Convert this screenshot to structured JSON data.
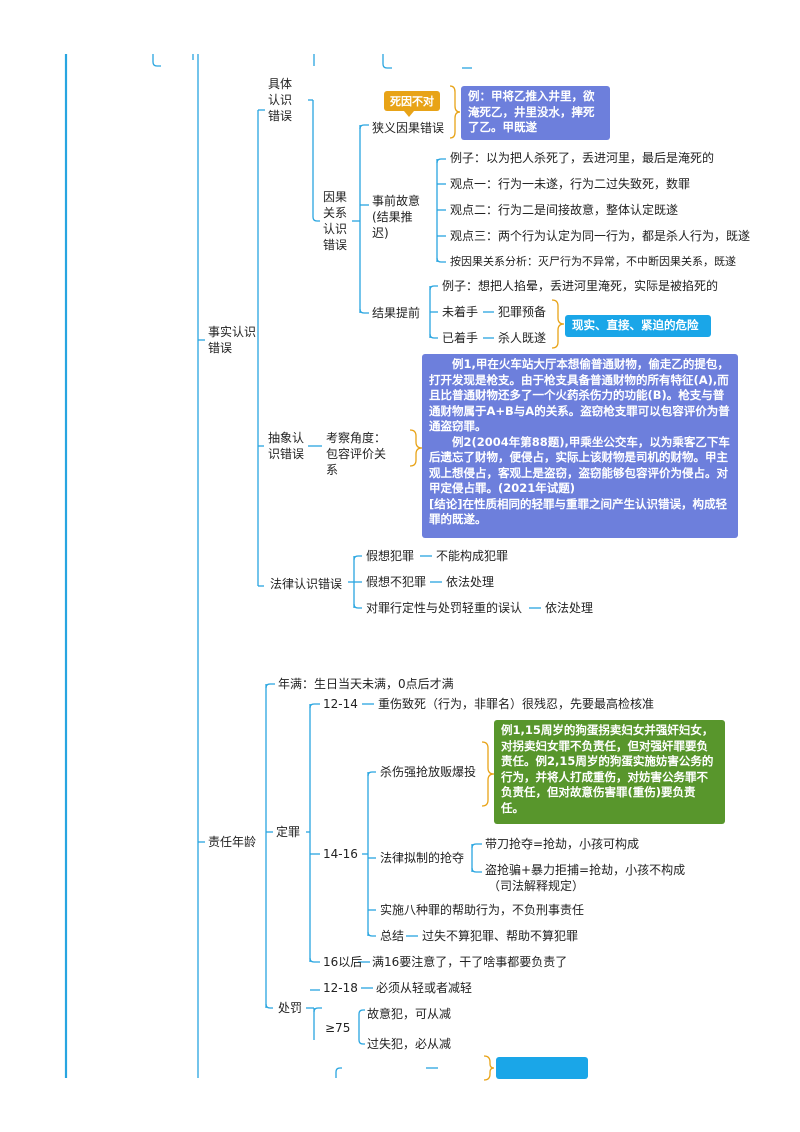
{
  "colors": {
    "line": "#28a5e0",
    "bracket": "#e8a317",
    "box_blue": "#6d7fdc",
    "box_green": "#58962c",
    "box_cyan": "#1aa6e8"
  },
  "section1": {
    "label": "事实认识错误",
    "concrete": {
      "label": "具体认识错误"
    },
    "causal": {
      "label": "因果关系认识错误",
      "narrow": {
        "label": "狭义因果错误",
        "tag": "死因不对",
        "note": "例：甲将乙推入井里，欲淹死乙，井里没水，摔死了乙。甲既遂"
      },
      "prior": {
        "label": "事前故意(结果推迟)",
        "items": [
          "例子：以为把人杀死了，丢进河里，最后是淹死的",
          "观点一：行为一未遂，行为二过失致死，数罪",
          "观点二：行为二是间接故意，整体认定既遂",
          "观点三：两个行为认定为同一行为，都是杀人行为，既遂",
          "按因果关系分析：灭尸行为不异常，不中断因果关系，既遂"
        ]
      },
      "early": {
        "label": "结果提前",
        "example": "例子：想把人掐晕，丢进河里淹死，实际是被掐死的",
        "not_start": "未着手",
        "not_start_res": "犯罪预备",
        "started": "已着手",
        "started_res": "杀人既遂",
        "note": "现实、直接、紧迫的危险"
      }
    },
    "abstract": {
      "label": "抽象认识错误",
      "angle": "考察角度：包容评价关系",
      "note_lines": [
        "例1,甲在火车站大厅本想偷普通财物，偷走乙的提包，打开发现是枪支。由于枪支具备普通财物的所有特征(A),而且比普通财物还多了一个火药杀伤力的功能(B)。枪支与普通财物属于A+B与A的关系。盗窃枪支罪可以包容评价为普通盗窃罪。",
        "例2(2004年第88题),甲乘坐公交车，以为乘客乙下车后遗忘了财物，便侵占，实际上该财物是司机的财物。甲主观上想侵占，客观上是盗窃，盗窃能够包容评价为侵占。对甲定侵占罪。(2021年试题)",
        "[结论]在性质相同的轻罪与重罪之间产生认识错误，构成轻罪的既遂。"
      ]
    },
    "legal": {
      "label": "法律认识错误",
      "items": [
        {
          "k": "假想犯罪",
          "v": "不能构成犯罪"
        },
        {
          "k": "假想不犯罪",
          "v": "依法处理"
        },
        {
          "k": "对罪行定性与处罚轻重的误认",
          "v": "依法处理"
        }
      ]
    }
  },
  "section2": {
    "label": "责任年龄",
    "full_age": "年满：生日当天未满，0点后才满",
    "conviction": {
      "label": "定罪",
      "age_12_14": {
        "label": "12-14",
        "text": "重伤致死（行为，非罪名）很残忍，先要最高检核准"
      },
      "age_14_16": {
        "label": "14-16",
        "eight": {
          "label": "杀伤强抢放贩爆投",
          "note": "例1,15周岁的狗蛋拐卖妇女并强奸妇女，对拐卖妇女罪不负责任，但对强奸罪要负责任。例2,15周岁的狗蛋实施妨害公务的行为，并将人打成重伤，对妨害公务罪不负责任，但对故意伤害罪(重伤)要负责任。"
        },
        "robbery": {
          "label": "法律拟制的抢夺",
          "items": [
            "带刀抢夺=抢劫，小孩可构成",
            "盗抢骗+暴力拒捕=抢劫，小孩不构成",
            "（司法解释规定）"
          ]
        },
        "help": "实施八种罪的帮助行为，不负刑事责任",
        "summary_label": "总结",
        "summary_text": "过失不算犯罪、帮助不算犯罪"
      },
      "after_16": {
        "label": "16以后",
        "text": "满16要注意了，干了啥事都要负责了"
      }
    },
    "punish": {
      "label": "处罚",
      "age_12_18": {
        "label": "12-18",
        "text": "必须从轻或者减轻"
      },
      "age_75": {
        "label": "≥75",
        "items": [
          "故意犯，可从减",
          "过失犯，必从减"
        ]
      }
    }
  }
}
